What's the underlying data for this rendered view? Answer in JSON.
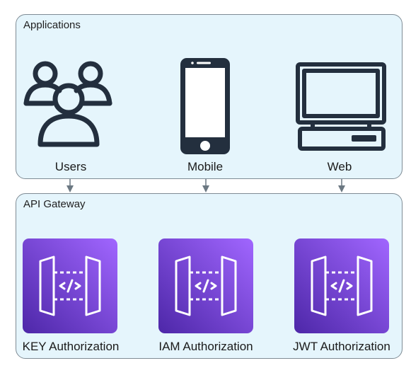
{
  "applications": {
    "title": "Applications",
    "nodes": [
      {
        "label": "Users",
        "icon": "users-icon"
      },
      {
        "label": "Mobile",
        "icon": "mobile-phone-icon"
      },
      {
        "label": "Web",
        "icon": "desktop-computer-icon"
      }
    ]
  },
  "gateway": {
    "title": "API Gateway",
    "nodes": [
      {
        "label": "KEY Authorization",
        "icon": "api-gateway-icon"
      },
      {
        "label": "IAM Authorization",
        "icon": "api-gateway-icon"
      },
      {
        "label": "JWT Authorization",
        "icon": "api-gateway-icon"
      }
    ]
  },
  "colors": {
    "panel_fill": "#e5f5fc",
    "panel_border": "#7f8c95",
    "icon_gradient_start": "#4d27a8",
    "icon_gradient_end": "#a166ff",
    "arrow": "#6b7882"
  }
}
